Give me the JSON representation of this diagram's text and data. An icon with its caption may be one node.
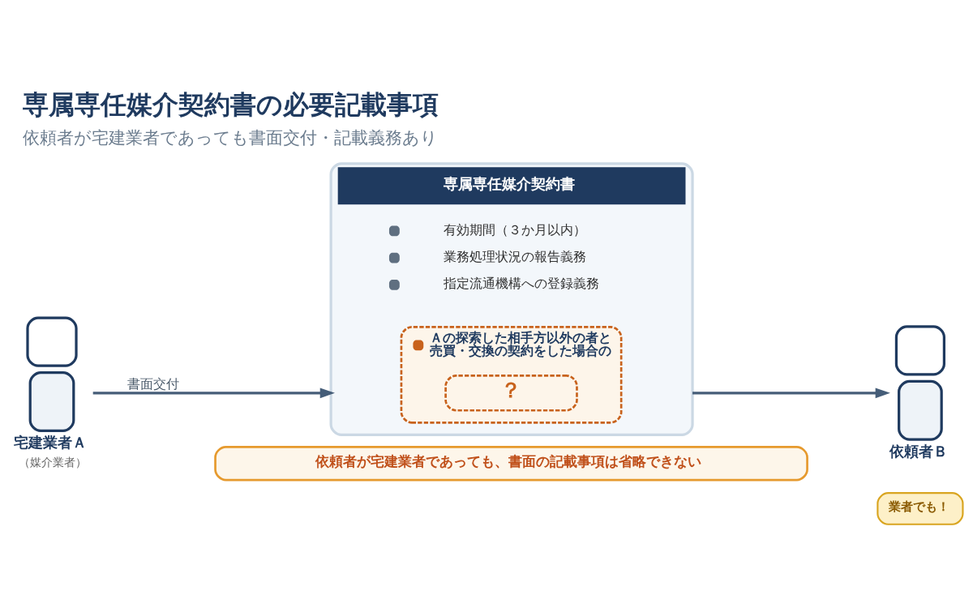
{
  "diagram": {
    "title": "専属専任媒介契約書の必要記載事項",
    "caption": "依頼者が宅建業者であっても書面交付・記載義務あり",
    "nodes": [
      {
        "text": [
          "宅建業者Ａ",
          "（媒介業者）"
        ]
      },
      {
        "text": [
          "専属専任媒介契約書",
          "有効期間（３か月以内）",
          "業務処理状況の報告義務",
          "指定流通機構への登録義務"
        ]
      },
      {
        "text": [
          "Ａの探索した相手方以外の者と売買・交換の契約をした場合の"
        ],
        "in": 1
      },
      {
        "text": [
          "？"
        ],
        "in": 2
      },
      {
        "text": [
          "依頼者Ｂ"
        ]
      },
      {
        "text": [
          "業者でも！"
        ]
      },
      {
        "text": [
          "依頼者が宅建業者であっても、書面の記載事項は省略できない"
        ]
      }
    ],
    "edges": [
      {
        "from": 0,
        "to": 1,
        "arrow": "to",
        "label": "書面交付"
      },
      {
        "from": 1,
        "to": 4,
        "arrow": "to"
      }
    ]
  }
}
